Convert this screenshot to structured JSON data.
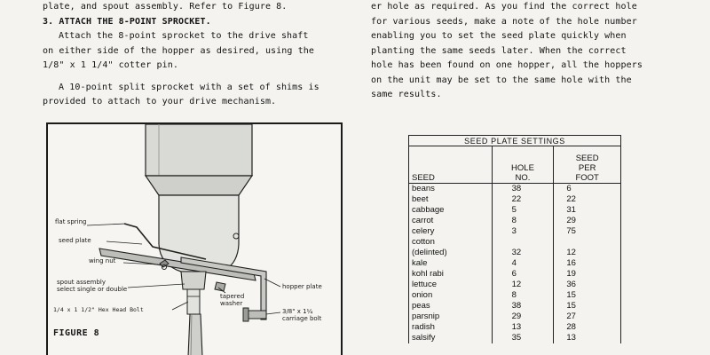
{
  "left_column": {
    "line1": "plate, and spout assembly. Refer to Figure 8.",
    "heading": "3. ATTACH THE 8-POINT SPROCKET.",
    "para1": [
      "Attach the 8-point sprocket to the drive shaft",
      "on either side of the hopper as desired, using the",
      "1/8\" x 1 1/4\" cotter pin."
    ],
    "para2": [
      "A 10-point split sprocket with a set of shims is",
      "provided to attach to your drive mechanism."
    ]
  },
  "right_column": {
    "lines": [
      "er hole as required. As you find the correct hole",
      "for various seeds, make a note of the hole number",
      "enabling you to set the seed plate quickly when",
      "planting the same seeds later. When the correct",
      "hole has been found on one hopper, all the hoppers",
      "on the unit may be set to the same hole with the",
      "same results."
    ]
  },
  "figure": {
    "caption": "FIGURE 8",
    "labels": {
      "flat_spring": "flat spring",
      "seed_plate": "seed plate",
      "wing_nut": "wing nut",
      "spout_assembly_1": "spout assembly",
      "spout_assembly_2": "select single or double",
      "hex_bolt": "1/4 x 1 1/2\" Hex Head Bolt",
      "tapered_washer_1": "tapered",
      "tapered_washer_2": "washer",
      "hopper_plate": "hopper plate",
      "carriage_bolt_1": "3/8\" x 1¼",
      "carriage_bolt_2": "carriage bolt"
    }
  },
  "seed_table": {
    "title": "SEED PLATE SETTINGS",
    "headers": {
      "seed": "SEED",
      "hole_1": "HOLE",
      "hole_2": "NO.",
      "per_1": "SEED",
      "per_2": "PER",
      "per_3": "FOOT"
    },
    "rows": [
      [
        "beans",
        "38",
        "6"
      ],
      [
        "beet",
        "22",
        "22"
      ],
      [
        "cabbage",
        "5",
        "31"
      ],
      [
        "carrot",
        "8",
        "29"
      ],
      [
        "celery",
        "3",
        "75"
      ],
      [
        "cotton",
        "",
        ""
      ],
      [
        "(delinted)",
        "32",
        "12"
      ],
      [
        "kale",
        "4",
        "16"
      ],
      [
        "kohl rabi",
        "6",
        "19"
      ],
      [
        "lettuce",
        "12",
        "36"
      ],
      [
        "onion",
        "8",
        "15"
      ],
      [
        "peas",
        "38",
        "15"
      ],
      [
        "parsnip",
        "29",
        "27"
      ],
      [
        "radish",
        "13",
        "28"
      ],
      [
        "salsify",
        "35",
        "13"
      ]
    ]
  }
}
